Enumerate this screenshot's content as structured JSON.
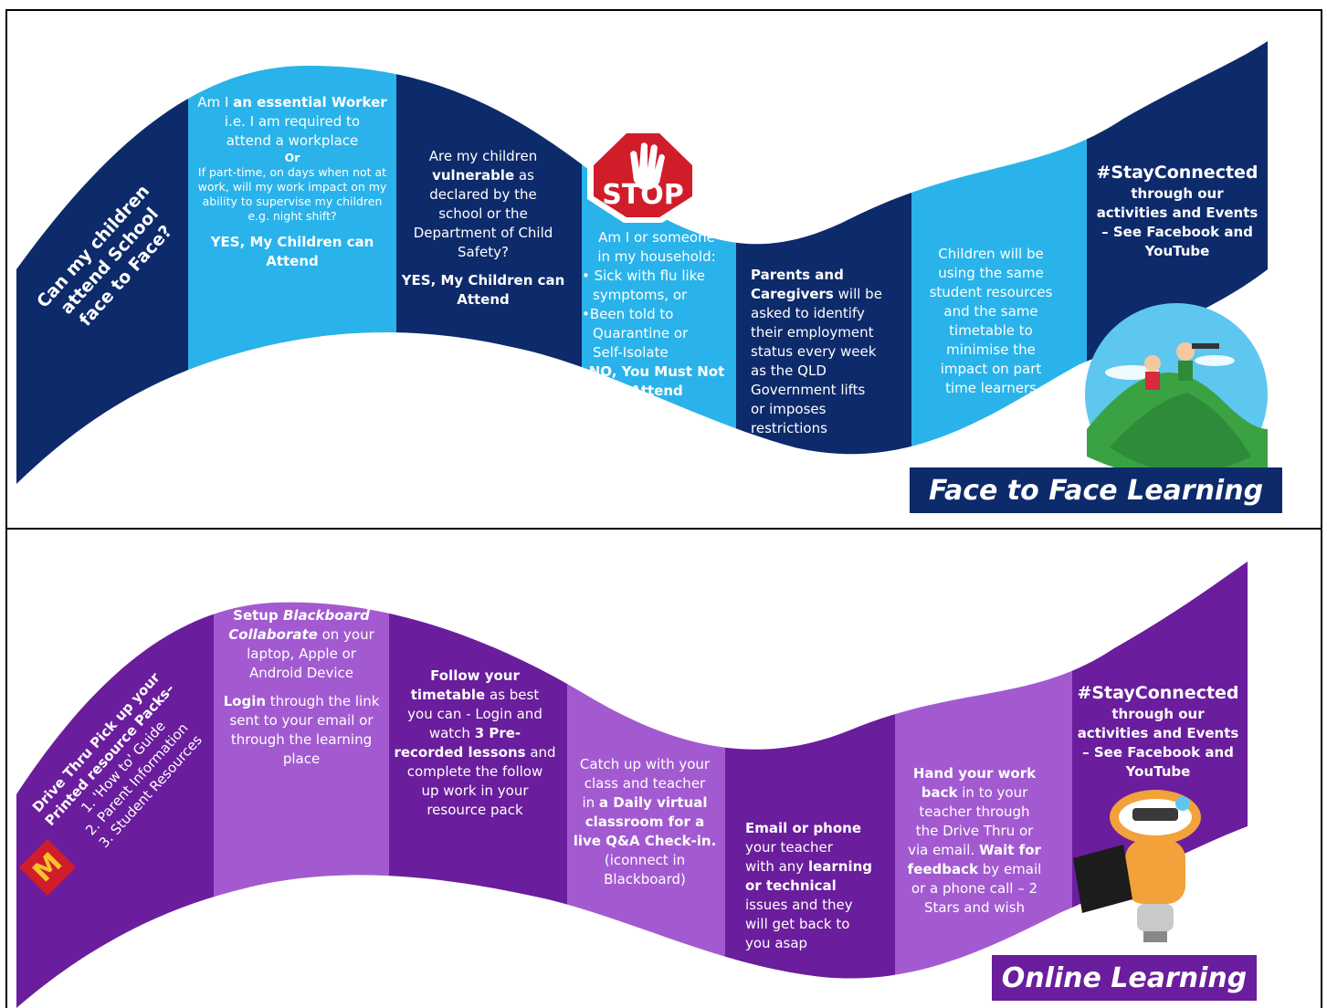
{
  "face_to_face": {
    "colors": {
      "dark": "#0d2a6b",
      "light": "#29b3ea"
    },
    "intro": "Can my children attend School face to Face?",
    "step1": {
      "l1_pre": "Am I ",
      "l1_bold": "an essential Worker",
      "l2": "i.e. I am  required to",
      "l3": "attend a workplace",
      "or": "Or",
      "p1": "If part-time, on days when not at",
      "p2": "work, will my work impact on my",
      "p3": "ability to supervise my children",
      "p4": "e.g. night shift?",
      "answer1": "YES, My Children can",
      "answer2": "Attend"
    },
    "step2": {
      "l1": "Are my children",
      "l2_bold": "vulnerable",
      "l2_post": " as",
      "l3": "declared by the",
      "l4": "school or the",
      "l5": "Department of Child",
      "l6": "Safety?",
      "answer1": "YES, My Children can",
      "answer2": "Attend"
    },
    "stop_sign": "STOP",
    "step3": {
      "l1": "Am I or someone",
      "l2": "in my household:",
      "b1a": "• Sick with flu like",
      "b1b": "symptoms, or",
      "b2a": "•Been told to",
      "b2b": "Quarantine or",
      "b2c": "Self-Isolate",
      "answer1": "NO, You Must Not",
      "answer2": "Attend"
    },
    "step4": {
      "l1_bold": "Parents and",
      "l2_bold": "Caregivers",
      "l2_post": " will be",
      "l3": "asked to identify",
      "l4": "their employment",
      "l5": "status every week",
      "l6": "as the QLD",
      "l7": "Government lifts",
      "l8": "or imposes",
      "l9": "restrictions"
    },
    "step5": {
      "l1": "Children will be",
      "l2": "using the same",
      "l3": "student resources",
      "l4": "and the same",
      "l5": "timetable to",
      "l6": "minimise the",
      "l7": "impact on part",
      "l8": "time learners"
    },
    "connect": {
      "hashtag": "#StayConnected",
      "l1": "through our",
      "l2": "activities and Events",
      "l3": "– See Facebook and",
      "l4": "YouTube"
    },
    "banner": "Face to Face Learning"
  },
  "online": {
    "colors": {
      "dark": "#6a1d9c",
      "light": "#a35ad1"
    },
    "intro1": "Drive Thru Pick up your",
    "intro2": "Printed resource Packs–",
    "intro3": "1. 'How to' Guide",
    "intro4": "2. Parent Information",
    "intro5": "3. Student Resources",
    "step1": {
      "l1_bold": "Setup ",
      "l1_bi": "Blackboard",
      "l2_bi": "Collaborate",
      "l2_post": " on your",
      "l3": "laptop, Apple or",
      "l4": "Android Device",
      "l5_bold": "Login",
      "l5_post": " through the link",
      "l6": "sent to your email or",
      "l7": "through the learning",
      "l8": "place"
    },
    "step2": {
      "l1_bold": "Follow your",
      "l2_bold": "timetable",
      "l2_post": " as best",
      "l3": "you can - Login and",
      "l4_pre": "watch ",
      "l4_bold": "3 Pre-",
      "l5_bold": "recorded lessons",
      "l5_post": " and",
      "l6": "complete the follow",
      "l7": "up work in your",
      "l8": "resource pack"
    },
    "step3": {
      "l1": "Catch up with your",
      "l2": "class and teacher",
      "l3_pre": "in ",
      "l3_bold": "a Daily virtual",
      "l4_bold": "classroom for a",
      "l5_bold": "live Q&A Check-in.",
      "l6": "(iconnect in",
      "l7": "Blackboard)"
    },
    "step4": {
      "l1_bold": "Email or phone",
      "l2": "your teacher",
      "l3_pre": "with any ",
      "l3_bold": "learning",
      "l4_bold": "or technical",
      "l5": "issues and they",
      "l6": "will get back to",
      "l7": "you asap"
    },
    "step5": {
      "l1_bold": "Hand your work",
      "l2_bold": "back",
      "l2_post": " in to your",
      "l3": "teacher through",
      "l4": "the Drive Thru or",
      "l5_pre": "via email.  ",
      "l5_bold": "Wait for",
      "l6_bold": "feedback",
      "l6_post": " by email",
      "l7": "or a phone call – 2",
      "l8": "Stars and wish"
    },
    "connect": {
      "hashtag": "#StayConnected",
      "l1": "through our",
      "l2": "activities and Events",
      "l3": "– See Facebook and",
      "l4": "YouTube"
    },
    "banner": "Online Learning"
  }
}
